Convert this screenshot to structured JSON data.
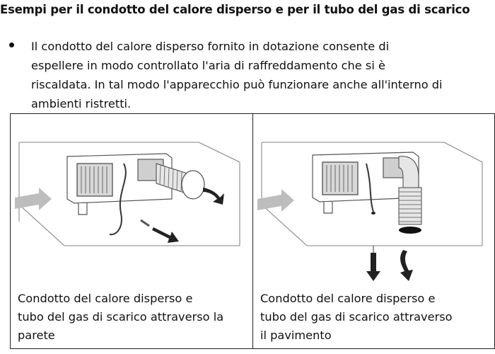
{
  "heading": "Esempi per il condotto del calore disperso e per il tubo del gas di scarico",
  "bullet": {
    "lines": [
      "Il condotto del calore disperso fornito in dotazione consente di",
      "espellere in modo controllato l'aria di raffreddamento che si è",
      "riscaldata. In tal modo l'apparecchio può funzionare anche all'interno di",
      "ambienti ristretti."
    ]
  },
  "figures": [
    {
      "caption_lines": [
        "Condotto del calore disperso e",
        "tubo del gas di scarico attraverso la",
        "parete"
      ]
    },
    {
      "caption_lines": [
        "Condotto del calore disperso e",
        "tubo del gas di scarico attraverso",
        "il pavimento"
      ]
    }
  ]
}
